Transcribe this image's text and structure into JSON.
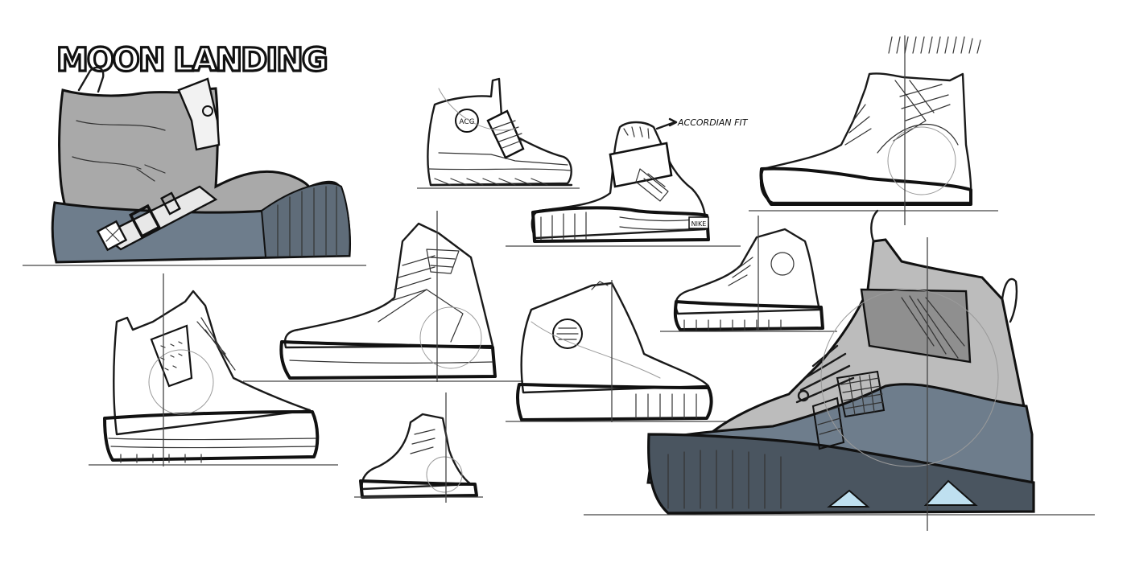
{
  "title": "MOON LANDING",
  "annotations": {
    "accordion_fit": "ACCORDIAN FIT"
  },
  "badges": {
    "acg_logo": "ACG",
    "heel_tag": "NIKE"
  },
  "colors": {
    "ink": "#1a1a1a",
    "upper_gray": "#a9a9a9",
    "sole_blue_gray": "#6e7d8c",
    "boot_light_gray": "#bcbcbc",
    "accent_ice_blue": "#bfe0f0",
    "paper": "#ffffff"
  }
}
